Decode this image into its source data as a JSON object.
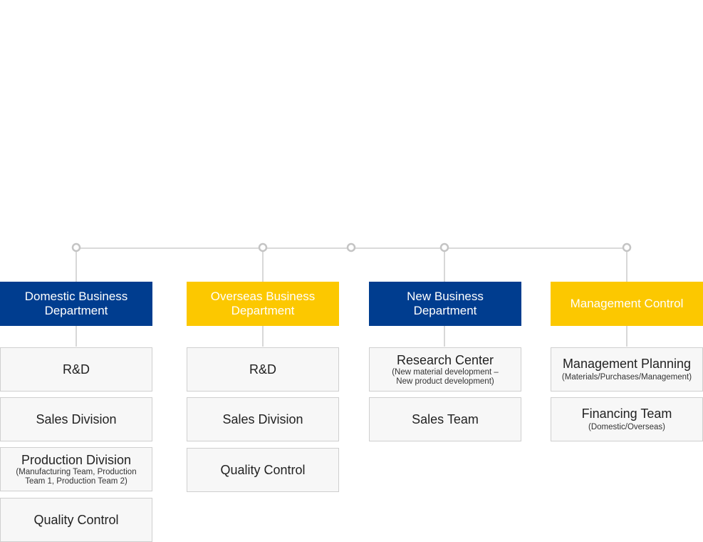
{
  "colors": {
    "blue": "#003d8f",
    "yellow": "#fcc800",
    "line": "#c4c4c4",
    "box_bg": "#f7f7f7",
    "box_border": "#cfcfcf"
  },
  "departments": [
    {
      "title": "Domestic Business Department",
      "color": "blue",
      "units": [
        {
          "name": "R&D",
          "detail": ""
        },
        {
          "name": "Sales Division",
          "detail": ""
        },
        {
          "name": "Production Division",
          "detail": "(Manufacturing Team, Production Team 1, Production Team 2)"
        },
        {
          "name": "Quality Control",
          "detail": ""
        }
      ]
    },
    {
      "title": "Overseas Business Department",
      "color": "yellow",
      "units": [
        {
          "name": "R&D",
          "detail": ""
        },
        {
          "name": "Sales Division",
          "detail": ""
        },
        {
          "name": "Quality Control",
          "detail": ""
        }
      ]
    },
    {
      "title": "New Business Department",
      "color": "blue",
      "units": [
        {
          "name": "Research Center",
          "detail": "(New material development – New product development)"
        },
        {
          "name": "Sales Team",
          "detail": ""
        }
      ]
    },
    {
      "title": "Management Control",
      "color": "yellow",
      "units": [
        {
          "name": "Management Planning",
          "detail": "(Materials/Purchases/Management)"
        },
        {
          "name": "Financing Team",
          "detail": "(Domestic/Overseas)"
        }
      ]
    }
  ]
}
